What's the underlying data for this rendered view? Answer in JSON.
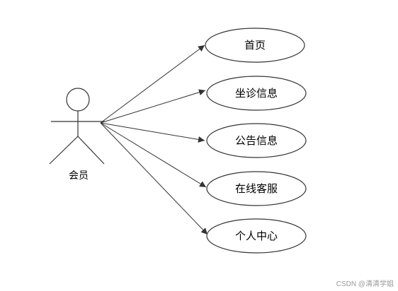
{
  "actor": {
    "label": "会员"
  },
  "use_cases": [
    {
      "label": "首页"
    },
    {
      "label": "坐诊信息"
    },
    {
      "label": "公告信息"
    },
    {
      "label": "在线客服"
    },
    {
      "label": "个人中心"
    }
  ],
  "watermark": "CSDN @清清学姐",
  "colors": {
    "stroke": "#333333",
    "background": "#ffffff"
  }
}
